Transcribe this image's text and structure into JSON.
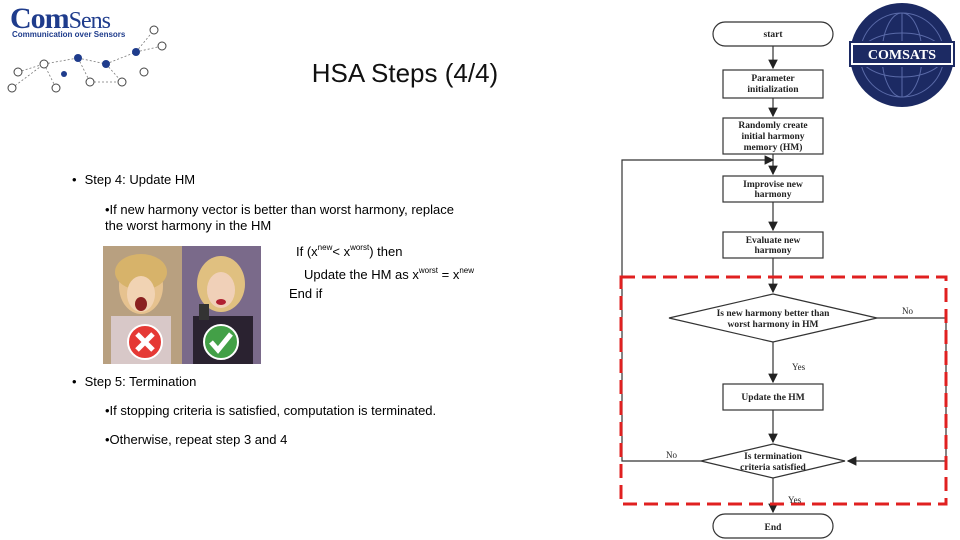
{
  "logo": {
    "word_first": "Com",
    "word_rest": "Sens",
    "tagline": "Communication over Sensors"
  },
  "title": "HSA Steps (4/4)",
  "step4": {
    "label": "Step 4: Update HM",
    "line1": "•If new harmony vector is better than worst harmony, replace",
    "line2": "the worst harmony in the HM",
    "cond_if": "If (x",
    "cond_new": "new",
    "cond_lt": "< x",
    "cond_worst": "worst",
    "cond_then": ") then",
    "upd_a": "Update the HM as  x",
    "upd_worst": "worst",
    "upd_eq": " = x",
    "upd_new": "new",
    "endif": "End if"
  },
  "step5": {
    "label": "Step 5:  Termination",
    "line1": "•If stopping criteria is satisfied, computation is terminated.",
    "line2": "•Otherwise, repeat step 3 and 4"
  },
  "flowchart": {
    "start": "start",
    "param1": "Parameter",
    "param2": "initialization",
    "rand1": "Randomly create",
    "rand2": "initial harmony",
    "rand3": "memory (HM)",
    "impr1": "Improvise new",
    "impr2": "harmony",
    "eval1": "Evaluate new",
    "eval2": "harmony",
    "dec1a": "Is new harmony better than",
    "dec1b": "worst harmony in HM",
    "no1": "No",
    "yes1": "Yes",
    "update": "Update the HM",
    "dec2a": "Is termination",
    "dec2b": "criteria satisfied",
    "no2": "No",
    "yes2": "Yes",
    "end": "End"
  },
  "comsats": {
    "label": "COMSATS"
  },
  "colors": {
    "highlight": "#e02020",
    "navy": "#1c2a63",
    "logo_blue": "#1f3c8c"
  }
}
